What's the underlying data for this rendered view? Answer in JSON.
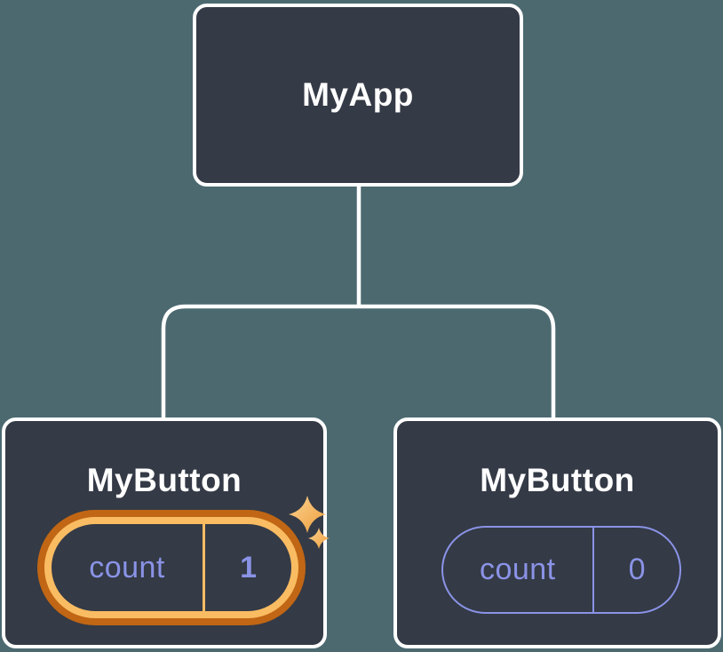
{
  "diagram": {
    "title": "react-component-tree",
    "background_color": "#4C6970",
    "node_fill": "#343A46",
    "node_border_color": "#FFFFFF",
    "accent_purple": "#8A93E6",
    "highlight_ring_outer": "#C06614",
    "highlight_ring_inner": "#FABC62",
    "root": {
      "label": "MyApp"
    },
    "children": [
      {
        "label": "MyButton",
        "state": {
          "name": "count",
          "value": "1"
        },
        "highlighted": true,
        "icon": "sparkles-icon"
      },
      {
        "label": "MyButton",
        "state": {
          "name": "count",
          "value": "0"
        },
        "highlighted": false
      }
    ]
  }
}
